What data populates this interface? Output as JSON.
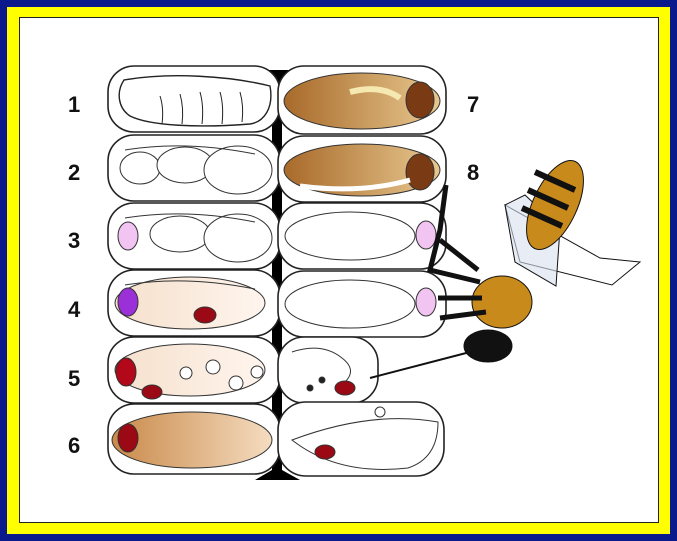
{
  "figure": {
    "stage_labels": [
      "1",
      "2",
      "3",
      "4",
      "5",
      "6",
      "7",
      "8"
    ],
    "colors": {
      "outer_border": "#0a1a8c",
      "inner_frame": "#ffff00",
      "panel": "#ffffff",
      "comb_wall": "#000000",
      "mite": "#9b0a14",
      "pupa_eye_pink": "#f2c4f2",
      "pupa_eye_purple": "#9b30d9",
      "bee_body": "#c98a1c",
      "bee_dark": "#111111"
    }
  }
}
